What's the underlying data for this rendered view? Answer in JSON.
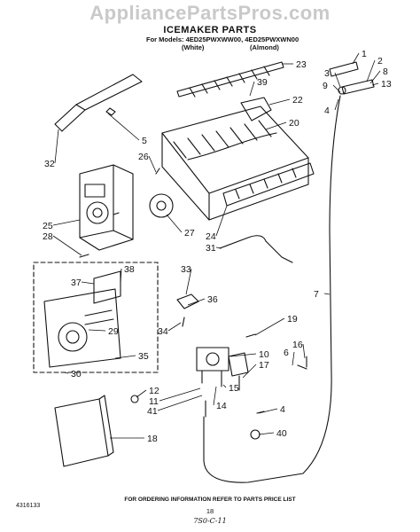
{
  "watermark": "AppliancePartsPros.com",
  "title": "ICEMAKER PARTS",
  "models": "For Models: 4ED25PWXWW00, 4ED25PWXWN00",
  "color_labels": [
    "(White)",
    "(Almond)"
  ],
  "callouts": [
    "1",
    "2",
    "3",
    "8",
    "9",
    "13",
    "23",
    "39",
    "22",
    "4",
    "20",
    "5",
    "32",
    "26",
    "25",
    "28",
    "27",
    "24",
    "31",
    "33",
    "38",
    "37",
    "36",
    "34",
    "29",
    "7",
    "19",
    "35",
    "30",
    "10",
    "16",
    "12",
    "6",
    "11",
    "17",
    "41",
    "14",
    "15",
    "4",
    "18",
    "40"
  ],
  "footer": "FOR ORDERING INFORMATION REFER TO PARTS PRICE LIST",
  "doc_number": "4316133",
  "page": "18",
  "handwritten_code": "7S0-C-11"
}
